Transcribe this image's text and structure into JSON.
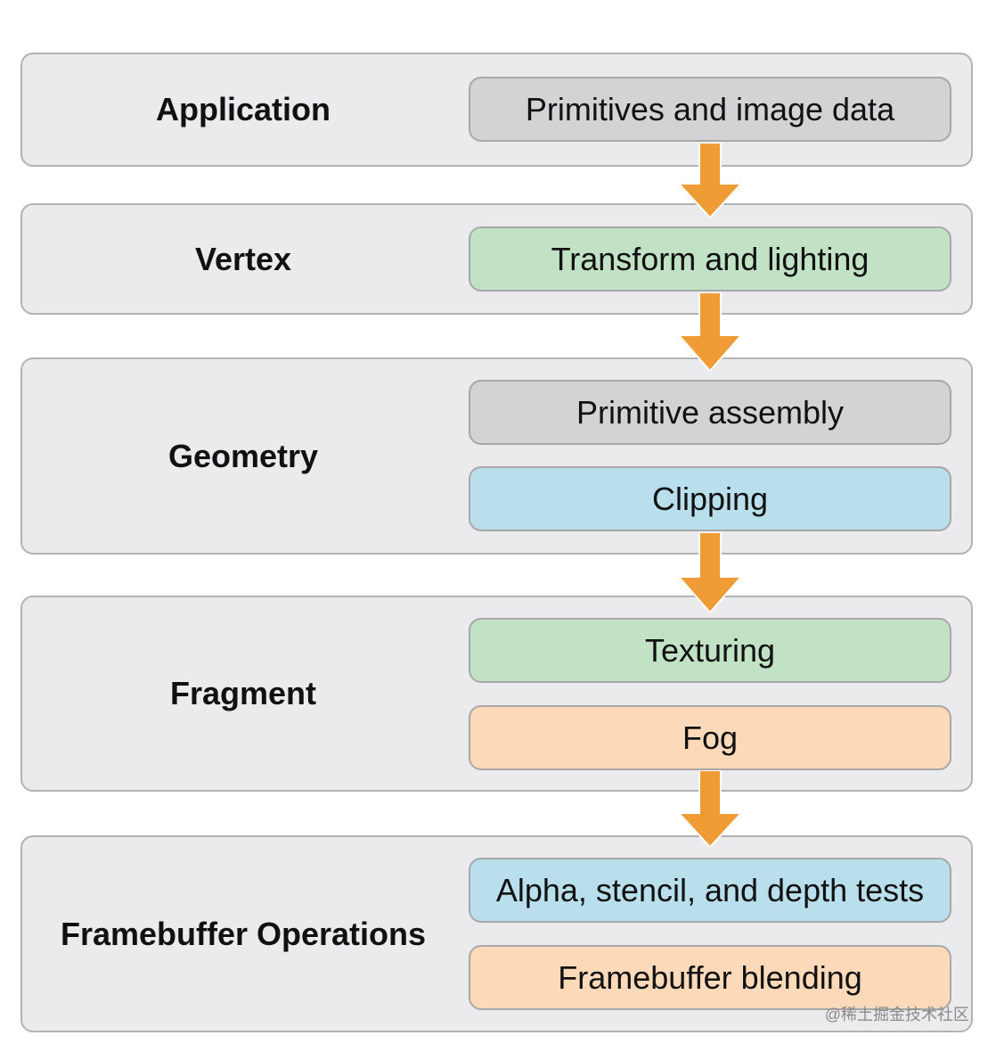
{
  "colors": {
    "stage_bg": "#ebebed",
    "gray_step": "#d3d3d5",
    "green_step": "#c1e2c5",
    "blue_step": "#b8dfeb",
    "orange_step": "#fbd9b9",
    "arrow": "#ef9b36"
  },
  "stages": [
    {
      "label": "Application",
      "steps": [
        "Primitives and image data"
      ]
    },
    {
      "label": "Vertex",
      "steps": [
        "Transform and lighting"
      ]
    },
    {
      "label": "Geometry",
      "steps": [
        "Primitive assembly",
        "Clipping"
      ]
    },
    {
      "label": "Fragment",
      "steps": [
        "Texturing",
        "Fog"
      ]
    },
    {
      "label": "Framebuffer Operations",
      "steps": [
        "Alpha, stencil, and depth tests",
        "Framebuffer blending"
      ]
    }
  ],
  "watermark": "@稀土掘金技术社区"
}
